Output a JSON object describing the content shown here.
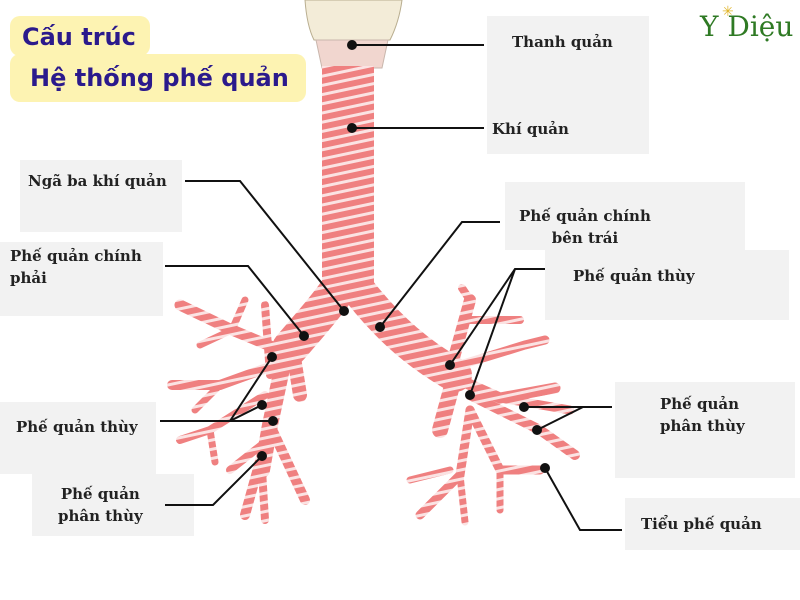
{
  "title": {
    "line1": "Cấu trúc",
    "line2": "Hệ thống phế quản"
  },
  "brand": {
    "text": "Y Diệu"
  },
  "labels": {
    "thanh_quan": "Thanh quản",
    "khi_quan": "Khí quản",
    "nga_ba": "Ngã ba khí quản",
    "pq_chinh_trai_1": "Phế quản chính",
    "pq_chinh_trai_2": "bên trái",
    "pq_thuy_right": "Phế quản thùy",
    "pq_chinh_phai_1": "Phế quản chính",
    "pq_chinh_phai_2": "phải",
    "pq_thuy_left": "Phế quản thùy",
    "pq_phan_thuy_left_1": "Phế quản",
    "pq_phan_thuy_left_2": "phân thùy",
    "pq_phan_thuy_right_1": "Phế quản",
    "pq_phan_thuy_right_2": "phân thùy",
    "tieu_pq": "Tiểu phế quản"
  },
  "colors": {
    "airway": "#ef8080",
    "ring": "#fbe3e3",
    "title_bg": "#fdf3b2",
    "title_text": "#2b1a8c",
    "brand": "#2f7a24"
  }
}
